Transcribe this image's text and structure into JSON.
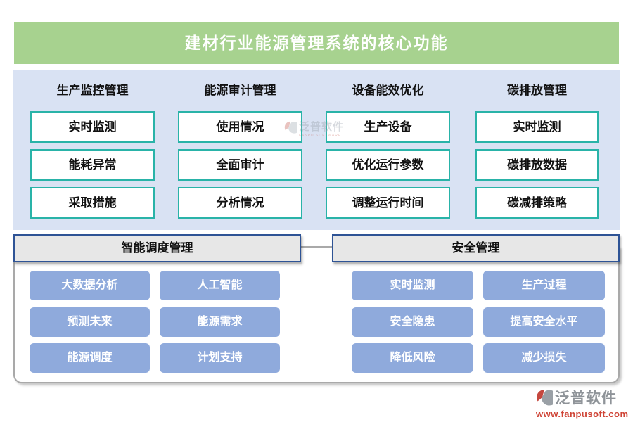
{
  "title": "建材行业能源管理系统的核心功能",
  "colors": {
    "title_bg": "#a7d28f",
    "panel_bg": "#d9e2f3",
    "node_border": "#29b3a8",
    "group_header_bg": "#e7e7e7",
    "group_header_border": "#2e5395",
    "button_bg": "#8faadc",
    "container_border": "#a9a9a9",
    "logo_red": "#cf4436",
    "logo_gray": "#8f9499"
  },
  "top_section": {
    "columns": [
      {
        "header": "生产监控管理",
        "items": [
          "实时监测",
          "能耗异常",
          "采取措施"
        ]
      },
      {
        "header": "能源审计管理",
        "items": [
          "使用情况",
          "全面审计",
          "分析情况"
        ]
      },
      {
        "header": "设备能效优化",
        "items": [
          "生产设备",
          "优化运行参数",
          "调整运行时间"
        ]
      },
      {
        "header": "碳排放管理",
        "items": [
          "实时监测",
          "碳排放数据",
          "碳减排策略"
        ]
      }
    ]
  },
  "bottom_section": {
    "groups": [
      {
        "header": "智能调度管理",
        "items": [
          "大数据分析",
          "人工智能",
          "预测未来",
          "能源需求",
          "能源调度",
          "计划支持"
        ]
      },
      {
        "header": "安全管理",
        "items": [
          "实时监测",
          "生产过程",
          "安全隐患",
          "提高安全水平",
          "降低风险",
          "减少损失"
        ]
      }
    ]
  },
  "watermark": {
    "name": "泛普软件",
    "sub": "FANPU SOFTWARE"
  },
  "footer": {
    "brand": "泛普软件",
    "url": "www.fanpusoft.com"
  }
}
